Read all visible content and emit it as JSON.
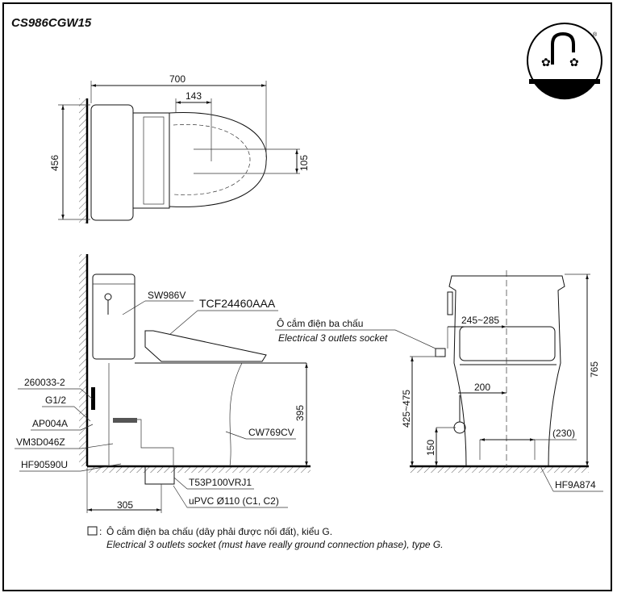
{
  "title": "CS986CGW15",
  "logo": {
    "icon": "faucet-stars-logo-icon",
    "mark": "®"
  },
  "top_view": {
    "dims": {
      "length": "700",
      "seat_offset": "143",
      "offset_small": "105",
      "width": "456"
    }
  },
  "side_view": {
    "labels": {
      "tank": "SW986V",
      "seat": "TCF24460AAA",
      "hose": "260033-2",
      "thread": "G1/2",
      "valve": "AP004A",
      "connector": "VM3D046Z",
      "floor_fitting": "HF90590U",
      "bowl": "CW769CV",
      "drain": "T53P100VRJ1",
      "pipe": "uPVC Ø110 (C1, C2)"
    },
    "dims": {
      "height": "395",
      "rough_in": "305"
    }
  },
  "front_view": {
    "socket_label_vi": "Ô cắm điện ba chấu",
    "socket_label_en": "Electrical 3 outlets socket",
    "labels": {
      "bolt": "HF9A874"
    },
    "dims": {
      "socket_offset": "245~285",
      "socket_height": "425~475",
      "total_height": "765",
      "supply_offset": "200",
      "supply_height": "150",
      "bolt_spacing": "(230)"
    }
  },
  "legend": {
    "icon": "socket-icon",
    "separator": ":",
    "line_vi": "Ô cắm điện ba chấu (dây phải được nối đất), kiểu G.",
    "line_en": "Electrical 3 outlets socket (must have really ground connection phase), type G."
  }
}
